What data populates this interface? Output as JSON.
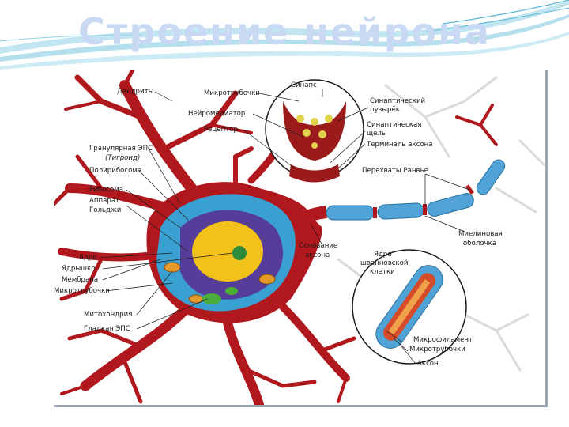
{
  "slide": {
    "title": "Строение нейрона"
  },
  "colors": {
    "background": "#ffffff",
    "title": "#c9d9f4",
    "decor_blue": "#59b7d6",
    "dendrite_red": "#b0181e",
    "cell_blue": "#3aa0d2",
    "nucleus_purple": "#5b2c8f",
    "nucleolus_yellow": "#f2c21b",
    "axon_myelin_blue": "#4fa3d6"
  },
  "figure": {
    "labels_left": {
      "dendrites": "Дендриты",
      "rough_er": "Гранулярная ЭПС",
      "nissl": "(Тигроид)",
      "polyribosome": "Полирибосома",
      "ribosome": "Рибосома",
      "golgi_1": "Аппарат",
      "golgi_2": "Гольджи",
      "nucleus": "Ядро",
      "nucleolus": "Ядрышко",
      "membrane": "Мембрана",
      "microtubule": "Микротрубочки",
      "mitochondrion": "Митохондрия",
      "smooth_er": "Гладкая ЭПС"
    },
    "labels_synapse": {
      "microtubules": "Микротрубочки",
      "neurotransmitter": "Нейромедиатор",
      "receptor": "Рецептор",
      "synapse": "Синапс",
      "vesicles_1": "Синаптический",
      "vesicles_2": "пузырёк",
      "cleft_1": "Синаптическая",
      "cleft_2": "щель",
      "terminal": "Терминаль аксона"
    },
    "labels_axon": {
      "ranvier": "Перехваты Ранвье",
      "myelin_1": "Миелиновая",
      "myelin_2": "оболочка",
      "hillock_1": "Основание",
      "hillock_2": "аксона",
      "schwann_1": "Ядро",
      "schwann_2": "шванновской",
      "schwann_3": "клетки",
      "microfilament": "Микрофиламент",
      "microtubule": "Микротрубочки",
      "axon": "Аксон"
    }
  }
}
